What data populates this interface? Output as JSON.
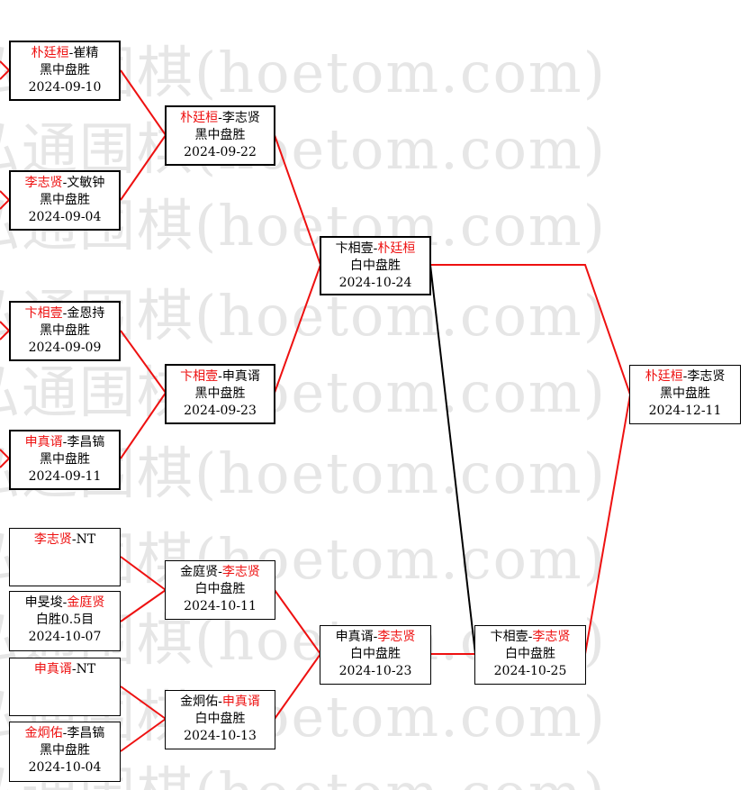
{
  "watermark": "弘通围棋(hoetom.com)",
  "matches": [
    {
      "id": "m1",
      "p1": "朴廷桓",
      "p2": "崔精",
      "winner": 1,
      "result": "黑中盘胜",
      "date": "2024-09-10"
    },
    {
      "id": "m2",
      "p1": "李志贤",
      "p2": "文敏钟",
      "winner": 1,
      "result": "黑中盘胜",
      "date": "2024-09-04"
    },
    {
      "id": "m3",
      "p1": "卞相壹",
      "p2": "金恩持",
      "winner": 1,
      "result": "黑中盘胜",
      "date": "2024-09-09"
    },
    {
      "id": "m4",
      "p1": "申真谞",
      "p2": "李昌镐",
      "winner": 1,
      "result": "黑中盘胜",
      "date": "2024-09-11"
    },
    {
      "id": "m5",
      "p1": "李志贤",
      "p2": "NT",
      "winner": 1,
      "result": "",
      "date": ""
    },
    {
      "id": "m6",
      "p1": "申旻埈",
      "p2": "金庭贤",
      "winner": 2,
      "result": "白胜0.5目",
      "date": "2024-10-07"
    },
    {
      "id": "m7",
      "p1": "申真谞",
      "p2": "NT",
      "winner": 1,
      "result": "",
      "date": ""
    },
    {
      "id": "m8",
      "p1": "金炯佑",
      "p2": "李昌镐",
      "winner": 1,
      "result": "黑中盘胜",
      "date": "2024-10-04"
    },
    {
      "id": "q1",
      "p1": "朴廷桓",
      "p2": "李志贤",
      "winner": 1,
      "result": "黑中盘胜",
      "date": "2024-09-22"
    },
    {
      "id": "q2",
      "p1": "卞相壹",
      "p2": "申真谞",
      "winner": 1,
      "result": "黑中盘胜",
      "date": "2024-09-23"
    },
    {
      "id": "q3",
      "p1": "金庭贤",
      "p2": "李志贤",
      "winner": 2,
      "result": "白中盘胜",
      "date": "2024-10-11"
    },
    {
      "id": "q4",
      "p1": "金炯佑",
      "p2": "申真谞",
      "winner": 2,
      "result": "白中盘胜",
      "date": "2024-10-13"
    },
    {
      "id": "s1",
      "p1": "卞相壹",
      "p2": "朴廷桓",
      "winner": 2,
      "result": "白中盘胜",
      "date": "2024-10-24"
    },
    {
      "id": "s2",
      "p1": "申真谞",
      "p2": "李志贤",
      "winner": 2,
      "result": "白中盘胜",
      "date": "2024-10-23"
    },
    {
      "id": "s3",
      "p1": "卞相壹",
      "p2": "李志贤",
      "winner": 2,
      "result": "白中盘胜",
      "date": "2024-10-25"
    },
    {
      "id": "f1",
      "p1": "朴廷桓",
      "p2": "李志贤",
      "winner": 1,
      "result": "黑中盘胜",
      "date": "2024-12-11"
    }
  ],
  "colors": {
    "winner": "#ee1111",
    "connector": "#ee1111",
    "connector_alt": "#000000",
    "watermark": "#e6e6e6"
  }
}
